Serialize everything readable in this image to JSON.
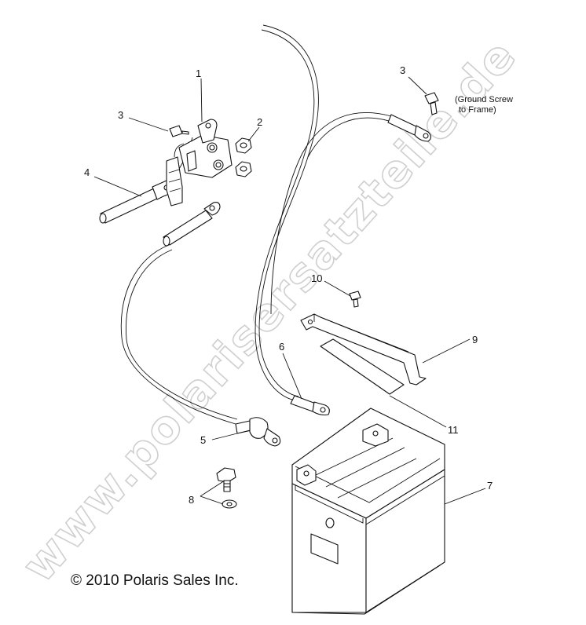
{
  "watermark": {
    "text": "www.polarisersatzteile.de"
  },
  "copyright": "© 2010 Polaris Sales Inc.",
  "note": {
    "line1": "(Ground Screw",
    "line2": "to Frame)"
  },
  "callouts": [
    "1",
    "2",
    "3",
    "3",
    "4",
    "5",
    "6",
    "7",
    "8",
    "9",
    "10",
    "11"
  ]
}
